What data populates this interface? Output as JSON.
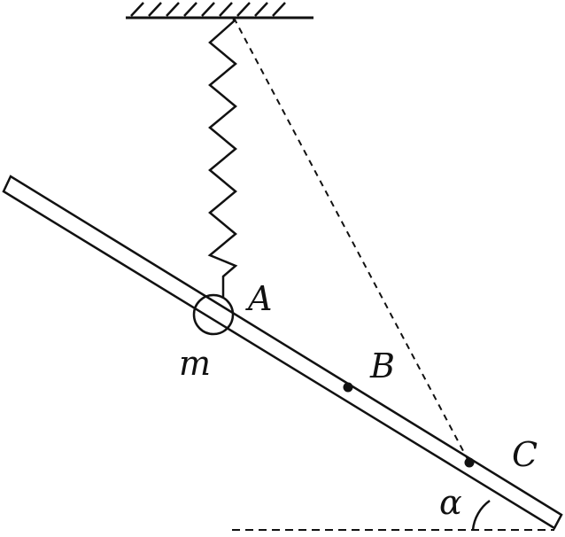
{
  "labels": {
    "point_a": "A",
    "point_b": "B",
    "point_c": "C",
    "mass": "m",
    "angle": "α"
  },
  "colors": {
    "ink": "#111111",
    "background": "#ffffff"
  }
}
